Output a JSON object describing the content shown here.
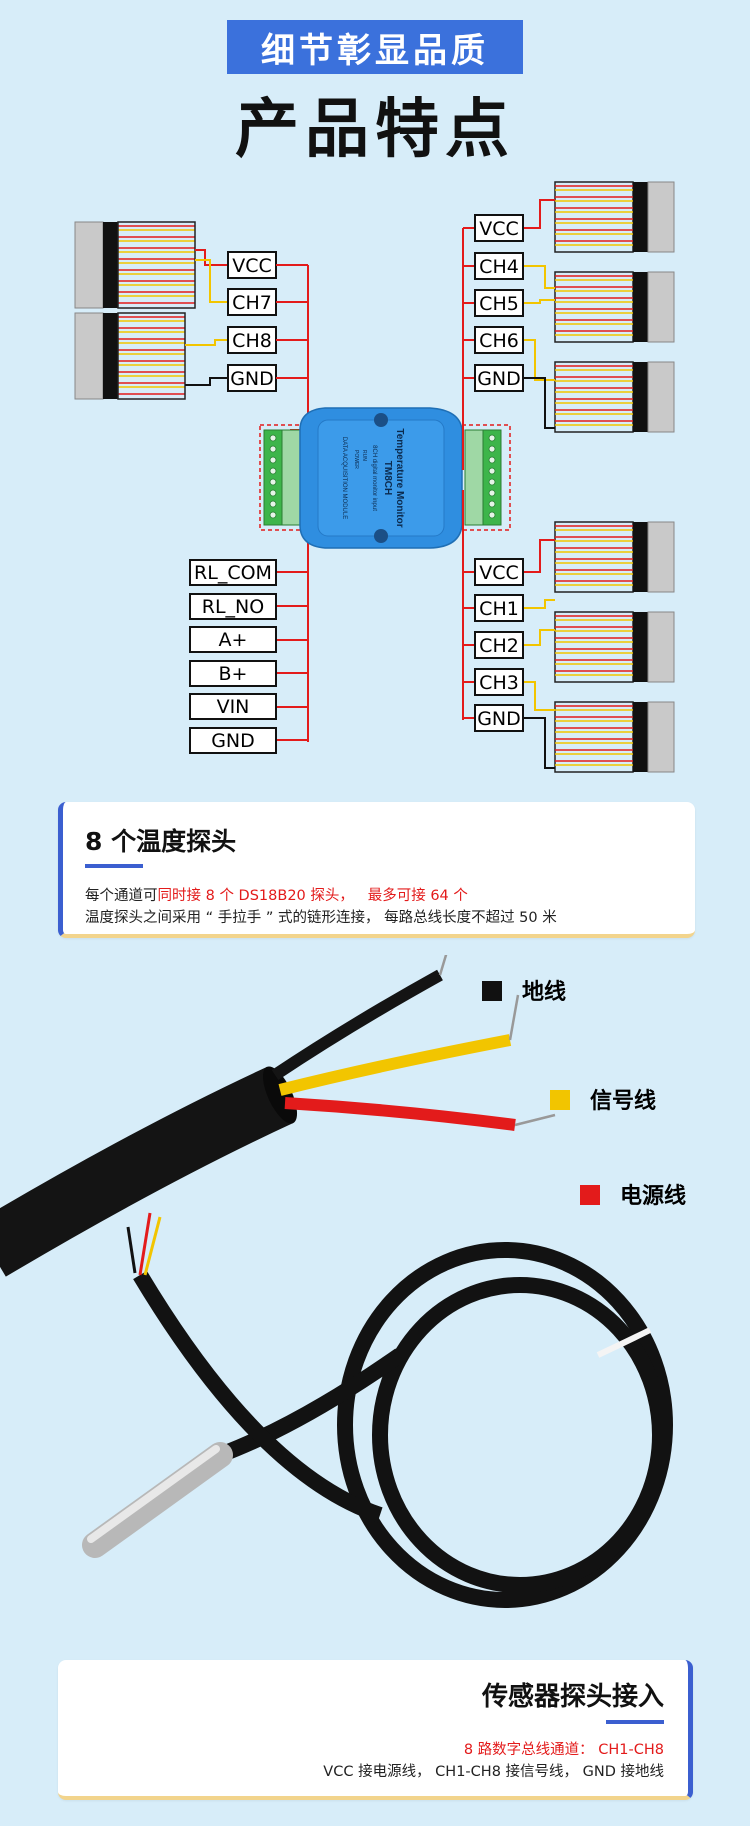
{
  "header": {
    "tag": "细节彰显品质",
    "title": "产品特点"
  },
  "device": {
    "brand": "Temperature Monitor",
    "model": "TM8CH",
    "subtitle": "8CH digital monitor input",
    "module_label": "DATA ACQUISITION MODULE",
    "indicators": [
      "RUN",
      "POWER"
    ]
  },
  "pins": {
    "left_top": [
      "VCC",
      "CH7",
      "CH8",
      "GND"
    ],
    "left_bottom": [
      "RL_COM",
      "RL_NO",
      "A+",
      "B+",
      "VIN",
      "GND"
    ],
    "right_top": [
      "VCC",
      "CH4",
      "CH5",
      "CH6",
      "GND"
    ],
    "right_bottom": [
      "VCC",
      "CH1",
      "CH2",
      "CH3",
      "GND"
    ]
  },
  "card1": {
    "title": "8 个温度探头",
    "line1_a": "每个通道可",
    "line1_b": "同时接 8 个 DS18B20 探头，",
    "line1_c": "最多可接 64 个",
    "line2": "温度探头之间采用 “ 手拉手 ” 式的链形连接，  每路总线长度不超过 50 米"
  },
  "legend": {
    "ground": "地线",
    "signal": "信号线",
    "power": "电源线"
  },
  "card2": {
    "title": "传感器探头接入",
    "line1": "8 路数字总线通道：  CH1-CH8",
    "line2": "VCC 接电源线，  CH1-CH8 接信号线，  GND 接地线"
  },
  "colors": {
    "accent": "#3b71dc",
    "background": "#d7edf9",
    "wire_red": "#e31b1b",
    "wire_yellow": "#f2c500",
    "wire_black": "#111111",
    "device_blue": "#2f8ee0",
    "terminal_green": "#3db54a"
  }
}
